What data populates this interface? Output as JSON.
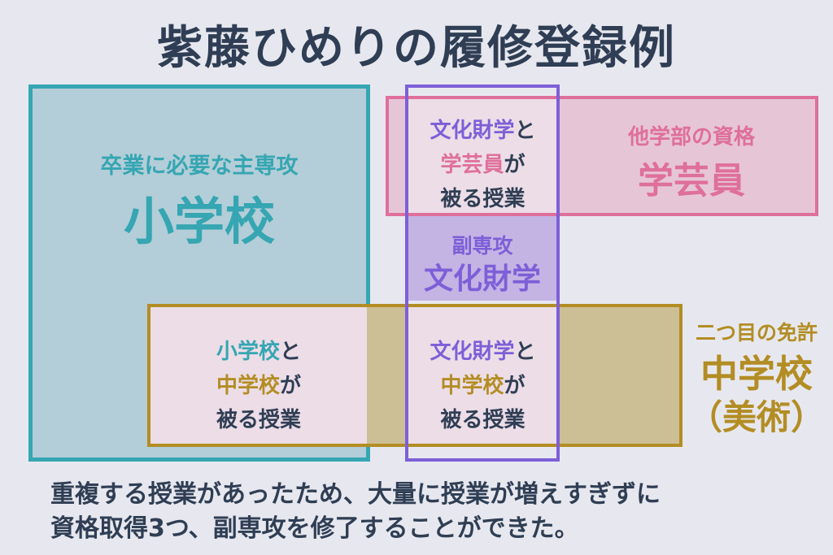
{
  "title": "紫藤ひめりの履修登録例",
  "elementary": {
    "subtitle": "卒業に必要な主専攻",
    "name": "小学校"
  },
  "curator": {
    "subtitle": "他学部の資格",
    "name": "学芸員"
  },
  "cultural": {
    "subtitle": "副専攻",
    "name": "文化財学"
  },
  "junior": {
    "subtitle": "二つ目の免許",
    "name": "中学校",
    "sub": "（美術）"
  },
  "overlap_elem_junior": {
    "line1_a": "小学校",
    "line1_b": "と",
    "line2_a": "中学校",
    "line2_b": "が",
    "line3": "被る授業"
  },
  "overlap_cc_curator": {
    "line1_a": "文化財学",
    "line1_b": "と",
    "line2_a": "学芸員",
    "line2_b": "が",
    "line3": "被る授業"
  },
  "overlap_cc_junior": {
    "line1_a": "文化財学",
    "line1_b": "と",
    "line2_a": "中学校",
    "line2_b": "が",
    "line3": "被る授業"
  },
  "footer": {
    "line1": "重複する授業があったため、大量に授業が増えすぎずに",
    "line2": "資格取得3つ、副専攻を修了することができた。"
  },
  "colors": {
    "teal": "#35a6b2",
    "pink": "#df6f9b",
    "gold": "#b38d24",
    "purple": "#7d5fd7",
    "navy": "#2f3e54"
  }
}
